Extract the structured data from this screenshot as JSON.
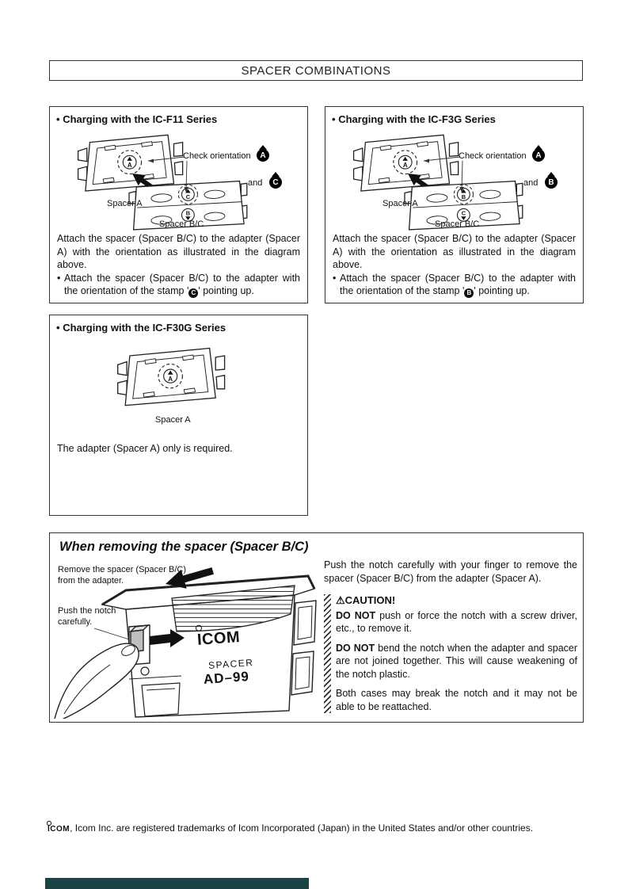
{
  "page": {
    "title": "SPACER COMBINATIONS"
  },
  "f11": {
    "bullet": "•",
    "heading": "Charging with the IC-F11 Series",
    "diagram": {
      "check_orientation": "Check orientation",
      "and": "and",
      "badge_top": "A",
      "badge_bottom": "C",
      "stamp_a": "A",
      "stamp_top": "C",
      "stamp_bottom": "B",
      "spacer_a_label": "Spacer A",
      "spacer_bc_label": "Spacer B/C"
    },
    "para1": "Attach the spacer (Spacer B/C) to the adapter (Spacer A) with the orientation as illustrated in the diagram above.",
    "para2_bullet": "•",
    "para2_pre": "Attach the spacer (Spacer B/C) to the adapter with the orientation of the stamp '",
    "para2_stamp": "C",
    "para2_post": "' pointing up."
  },
  "f3g": {
    "bullet": "•",
    "heading": "Charging with the IC-F3G Series",
    "diagram": {
      "check_orientation": "Check orientation",
      "and": "and",
      "badge_top": "A",
      "badge_bottom": "B",
      "stamp_a": "A",
      "stamp_top": "B",
      "stamp_bottom": "C",
      "spacer_a_label": "Spacer A",
      "spacer_bc_label": "Spacer B/C"
    },
    "para1": "Attach the spacer (Spacer B/C) to the adapter (Spacer A) with the orientation as illustrated in the diagram above.",
    "para2_bullet": "•",
    "para2_pre": "Attach the spacer (Spacer B/C) to the adapter with the orientation of the stamp '",
    "para2_stamp": "B",
    "para2_post": "' pointing up."
  },
  "f30g": {
    "bullet": "•",
    "heading": "Charging with the IC-F30G Series",
    "diagram": {
      "stamp_a": "A",
      "spacer_a_label": "Spacer A"
    },
    "para": "The adapter (Spacer A) only is required."
  },
  "removing": {
    "heading": "When removing the spacer (Spacer B/C)",
    "label_remove_1": "Remove the spacer (Spacer B/C)",
    "label_remove_2": "from the adapter.",
    "label_push_1": "Push the notch",
    "label_push_2": "carefully.",
    "device_logo": "ICOM",
    "device_line1": "SPACER",
    "device_line2": "AD–99",
    "para1": "Push the notch carefully with your finger to remove the spacer (Spacer B/C) from the adapter (Spacer A).",
    "caution_symbol": "⚠",
    "caution_title": "CAUTION!",
    "items": [
      {
        "bold": "DO NOT",
        "text": " push or force the notch with a screw driver, etc., to remove it."
      },
      {
        "bold": "DO NOT",
        "text": " bend the notch when the adapter and spacer are not joined together. This will cause weakening of the notch plastic."
      },
      {
        "bold": "",
        "text": "Both cases may break the notch and it may not be able to be reattached."
      }
    ]
  },
  "footer": {
    "logo": "ICOM",
    "text": ", Icom Inc. are registered trademarks of Icom Incorporated (Japan) in the United States and/or other countries."
  }
}
